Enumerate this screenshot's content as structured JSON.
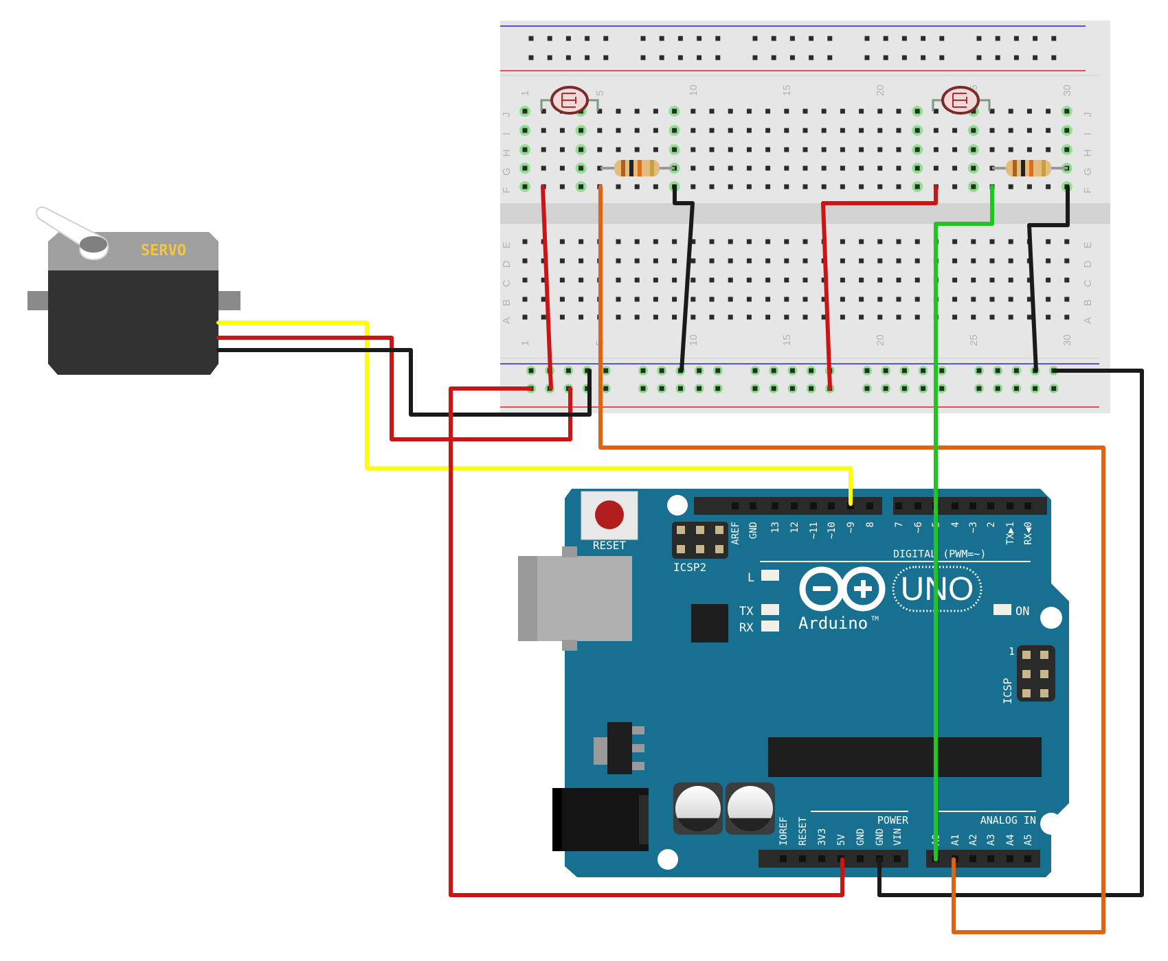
{
  "servo": {
    "label": "SERVO"
  },
  "breadboard": {
    "column_numbers": [
      "1",
      "5",
      "10",
      "15",
      "20",
      "25",
      "30"
    ],
    "top_row_letters": [
      "J",
      "I",
      "H",
      "G",
      "F"
    ],
    "bottom_row_letters": [
      "E",
      "D",
      "C",
      "B",
      "A"
    ]
  },
  "arduino": {
    "reset_label": "RESET",
    "icsp2_label": "ICSP2",
    "icsp_label": "ICSP",
    "icsp_pin1": "1",
    "digital_pins": [
      "AREF",
      "GND",
      "13",
      "12",
      "~11",
      "~10",
      "~9",
      "8",
      "7",
      "~6",
      "~5",
      "4",
      "~3",
      "2",
      "TX▶1",
      "RX◀0"
    ],
    "digital_header_label": "DIGITAL (PWM=~)",
    "led_l": "L",
    "led_tx": "TX",
    "led_rx": "RX",
    "led_on": "ON",
    "logo_text": "Arduino",
    "logo_tm": "TM",
    "model": "UNO",
    "power_label": "POWER",
    "analog_label": "ANALOG IN",
    "power_pins": [
      "IOREF",
      "RESET",
      "3V3",
      "5V",
      "GND",
      "GND",
      "VIN"
    ],
    "analog_pins": [
      "A0",
      "A1",
      "A2",
      "A3",
      "A4",
      "A5"
    ]
  },
  "colors": {
    "board_blue": "#17708f",
    "wire_red": "#cc1414",
    "wire_black": "#1a1a1a",
    "wire_yellow": "#ffff00",
    "wire_orange": "#e0640f",
    "wire_green": "#21c520",
    "servo_body": "#323232",
    "breadboard": "#e6e6e6"
  }
}
